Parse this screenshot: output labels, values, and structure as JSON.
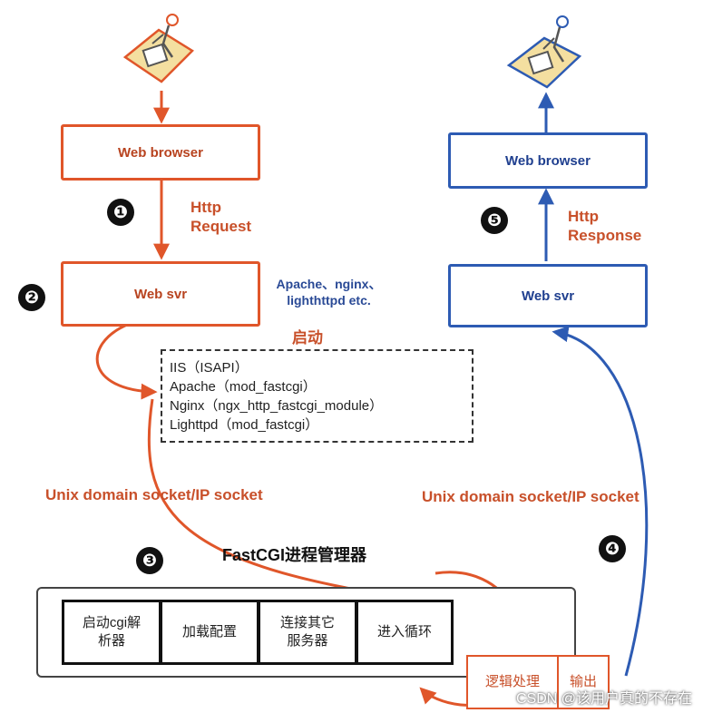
{
  "left": {
    "browser_label": "Web browser",
    "request_label_line1": "Http",
    "request_label_line2": "Request",
    "server_label": "Web svr",
    "servers_note_line1": "Apache、nginx、",
    "servers_note_line2": "lighthttpd etc.",
    "start_label": "启动",
    "modules": [
      "IIS（ISAPI）",
      "Apache（mod_fastcgi）",
      "Nginx（ngx_http_fastcgi_module）",
      "Lighttpd（mod_fastcgi）"
    ],
    "socket_label": "Unix domain socket/IP socket"
  },
  "right": {
    "browser_label": "Web browser",
    "response_label_line1": "Http",
    "response_label_line2": "Response",
    "server_label": "Web svr",
    "socket_label": "Unix domain socket/IP socket"
  },
  "steps": [
    "❶",
    "❷",
    "❸",
    "❹",
    "❺"
  ],
  "fastcgi": {
    "title": "FastCGI进程管理器",
    "stages": [
      "启动cgi解析器",
      "加载配置",
      "连接其它服务器",
      "进入循环"
    ],
    "stage_line_breaks": [
      [
        "启动cgi解",
        "析器"
      ],
      [
        "加载配置"
      ],
      [
        "连接其它",
        "服务器"
      ],
      [
        "进入循环"
      ]
    ],
    "sub_stages": [
      "逻辑处理",
      "输出"
    ]
  },
  "watermark": "CSDN @该用户真的不存在",
  "colors": {
    "orange": "#e0562a",
    "blue": "#2d5bb3"
  }
}
